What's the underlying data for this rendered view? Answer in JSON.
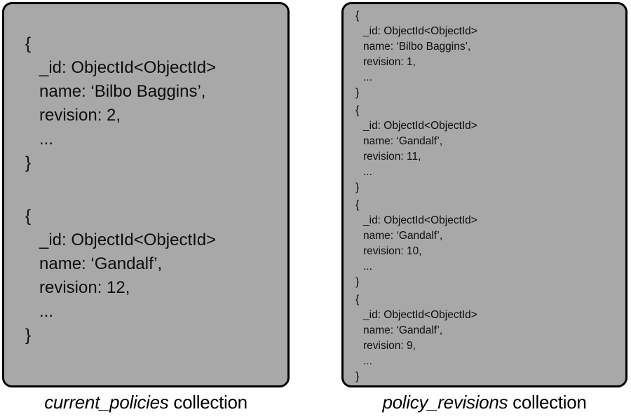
{
  "colors": {
    "background": "#ffffff",
    "box_fill": "#a8a8a8",
    "box_border": "#000000",
    "text": "#0d0d0d"
  },
  "panels": [
    {
      "caption": {
        "collection_name": "current_policies",
        "suffix": " collection"
      },
      "documents": [
        {
          "open": "{",
          "id": "_id: ObjectId<ObjectId>",
          "name": "name: ‘Bilbo Baggins’,",
          "revision": "revision: 2,",
          "ellipsis": "...",
          "close": "}"
        },
        {
          "open": "{",
          "id": "_id: ObjectId<ObjectId>",
          "name": "name: ‘Gandalf’,",
          "revision": "revision: 12,",
          "ellipsis": "...",
          "close": "}"
        }
      ]
    },
    {
      "caption": {
        "collection_name": "policy_revisions",
        "suffix": " collection"
      },
      "documents": [
        {
          "open": "{",
          "id": "_id: ObjectId<ObjectId>",
          "name": "name: ‘Bilbo Baggins’,",
          "revision": "revision: 1,",
          "ellipsis": "...",
          "close": "}"
        },
        {
          "open": "{",
          "id": "_id: ObjectId<ObjectId>",
          "name": "name: ‘Gandalf’,",
          "revision": "revision: 11,",
          "ellipsis": "...",
          "close": "}"
        },
        {
          "open": "{",
          "id": "_id: ObjectId<ObjectId>",
          "name": "name: ‘Gandalf’,",
          "revision": "revision: 10,",
          "ellipsis": "...",
          "close": "}"
        },
        {
          "open": "{",
          "id": "_id: ObjectId<ObjectId>",
          "name": "name: ‘Gandalf’,",
          "revision": "revision: 9,",
          "ellipsis": "...",
          "close": "}"
        }
      ]
    }
  ]
}
